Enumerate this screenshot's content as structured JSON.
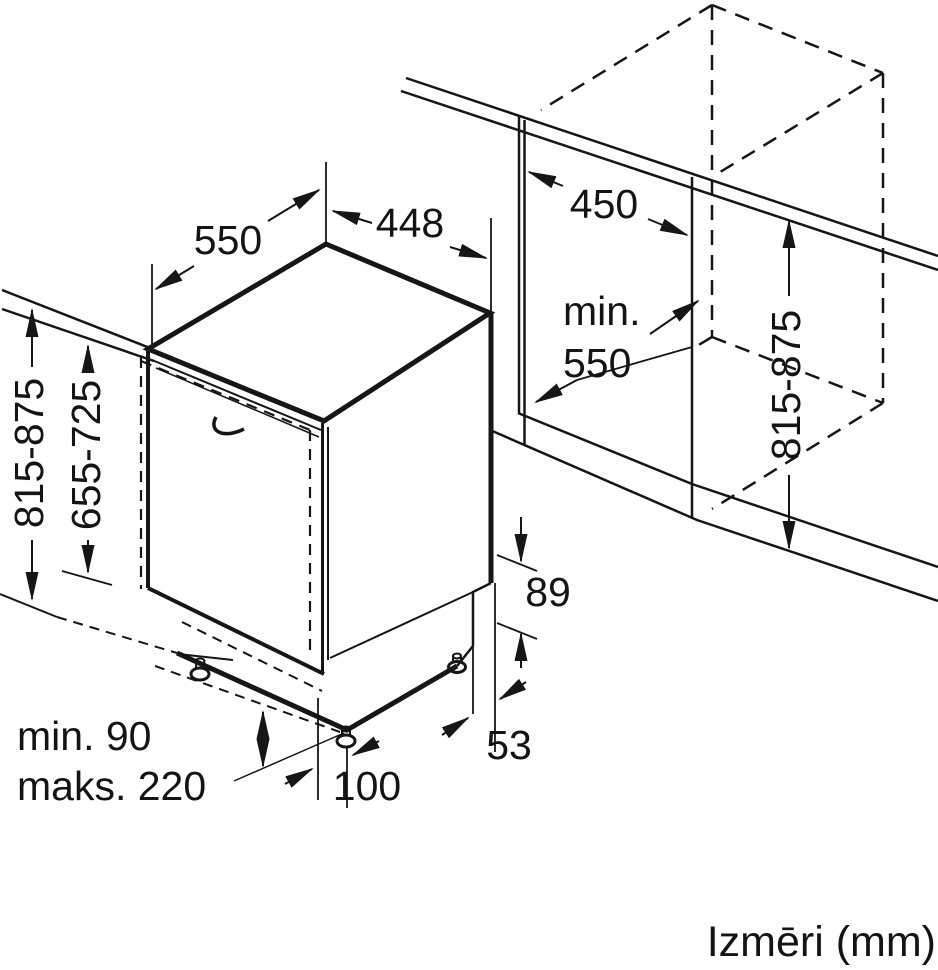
{
  "diagram": {
    "caption": "Izmēri (mm)",
    "colors": {
      "line": "#161616",
      "background": "#ffffff"
    },
    "dimensions": {
      "appliance_depth": "550",
      "appliance_width": "448",
      "niche_width": "450",
      "niche_depth_line1": "min.",
      "niche_depth_line2": "550",
      "appliance_height": "815-875",
      "front_panel_height": "655-725",
      "niche_height": "815-875",
      "rear_base_height": "89",
      "base_recess": "53",
      "foot_inset": "100",
      "plinth_min": "min. 90",
      "plinth_max": "maks. 220"
    }
  }
}
